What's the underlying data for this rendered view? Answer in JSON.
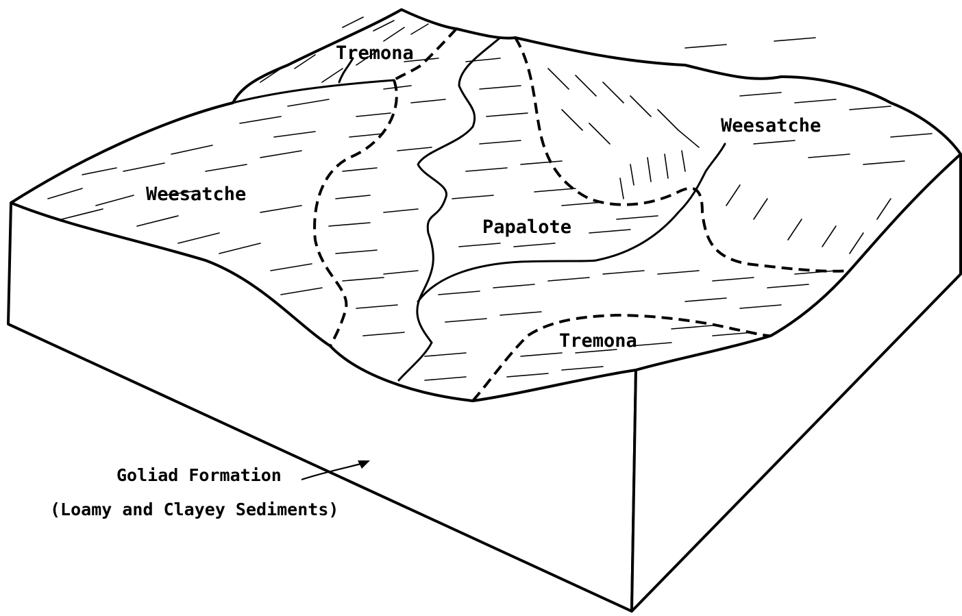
{
  "labels": {
    "tremona_top": "Tremona",
    "weesatche_right": "Weesatche",
    "weesatche_left": "Weesatche",
    "papalote": "Papalote",
    "tremona_bottom": "Tremona",
    "formation_line1": "Goliad Formation",
    "formation_line2": "(Loamy and Clayey Sediments)"
  }
}
